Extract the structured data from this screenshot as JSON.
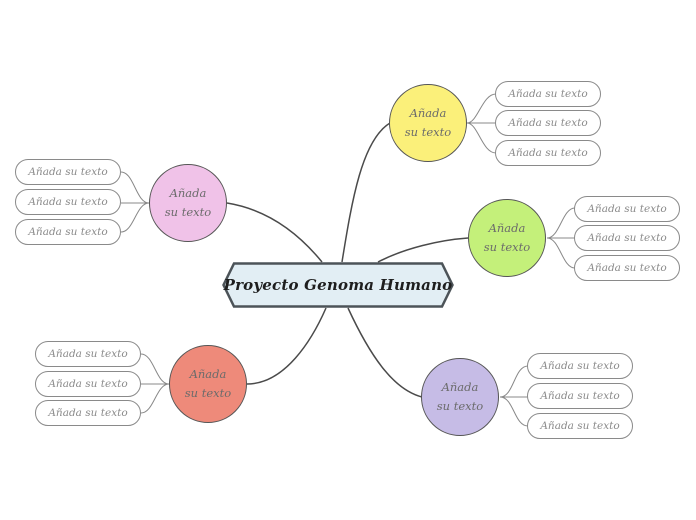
{
  "central": {
    "label": "Proyecto Genoma Humano"
  },
  "topic_label": {
    "line1": "Añada",
    "line2": "su texto"
  },
  "subtopic_label": "Añada su texto",
  "colors": {
    "yellow": "#fbf07a",
    "green": "#c4f07a",
    "purple": "#c6bce6",
    "pink": "#f0c2e8",
    "red": "#ee8a7a",
    "central_fill": "#e2eef4",
    "central_border": "#4c5358",
    "connector": "#4a4a4a"
  }
}
